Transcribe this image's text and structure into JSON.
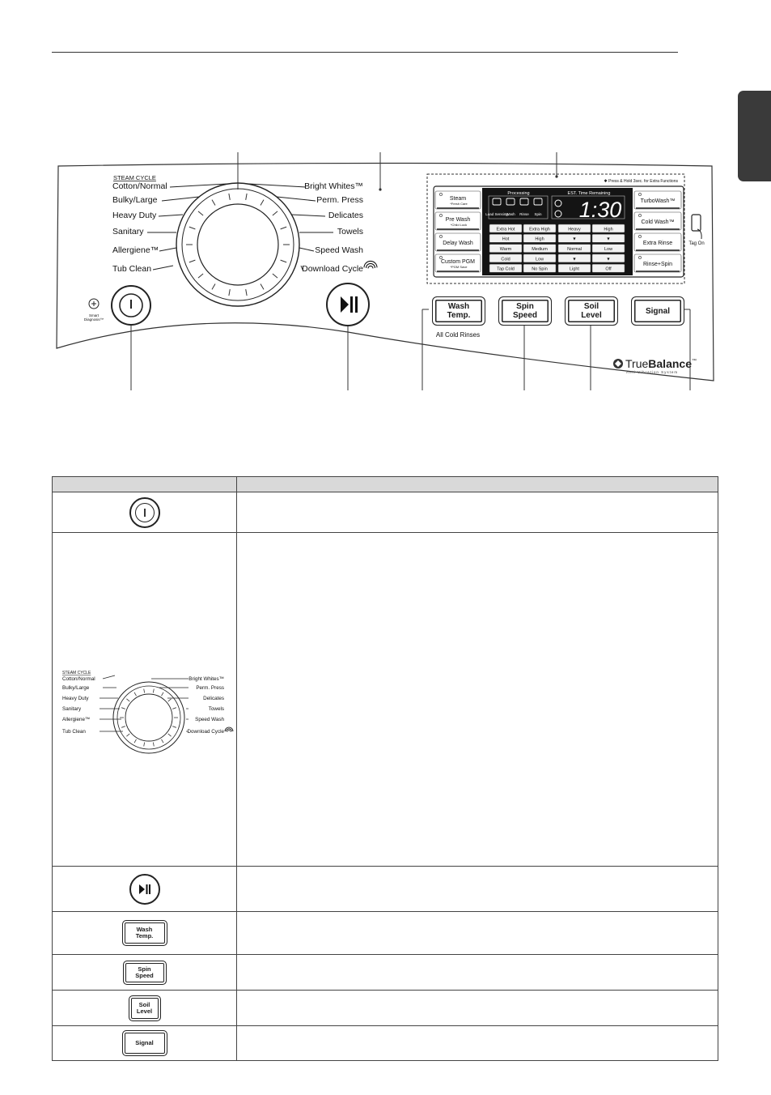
{
  "panel": {
    "steam_cycle_label": "STEAM CYCLE",
    "cycles_left": [
      "Cotton/Normal",
      "Bulky/Large",
      "Heavy Duty",
      "Sanitary",
      "Allergiene™",
      "Tub Clean"
    ],
    "cycles_right": [
      "Bright Whites™",
      "Perm. Press",
      "Delicates",
      "Towels",
      "Speed Wash",
      "Download Cycle"
    ],
    "smart_diagnosis": [
      "Smart",
      "Diagnosis™"
    ],
    "press_hold_note": "✱ Press & Hold 3sec. for Extra Functions",
    "left_options": [
      {
        "label": "Steam",
        "sub": "*Fresh Care"
      },
      {
        "label": "Pre Wash",
        "sub": "*Child Lock"
      },
      {
        "label": "Delay Wash",
        "sub": ""
      },
      {
        "label": "Custom PGM",
        "sub": "*PGM Save"
      }
    ],
    "right_options": [
      "TurboWash™",
      "Cold Wash™",
      "Extra Rinse",
      "Rinse+Spin"
    ],
    "processing_label": "Processing",
    "time_remaining_label": "EST. Time Remaining",
    "process_icons": [
      "Load Sensing",
      "Wash",
      "Rinse",
      "Spin"
    ],
    "time_display": "1:30",
    "temp_levels": [
      "Extra Hot",
      "Hot",
      "Warm",
      "Cold",
      "Tap Cold"
    ],
    "spin_levels": [
      "Extra High",
      "High",
      "Medium",
      "Low",
      "No Spin"
    ],
    "soil_levels": [
      "Heavy",
      "▼",
      "Normal",
      "▼",
      "Light"
    ],
    "signal_levels": [
      "High",
      "▼",
      "Low",
      "▼",
      "Off"
    ],
    "buttons": {
      "wash_temp": [
        "Wash",
        "Temp."
      ],
      "spin_speed": [
        "Spin",
        "Speed"
      ],
      "soil_level": [
        "Soil",
        "Level"
      ],
      "signal": [
        "Signal"
      ]
    },
    "all_cold_rinses": "All Cold Rinses",
    "tag_on": "Tag On",
    "brand": {
      "name_light": "True",
      "name_bold": "Balance",
      "tm": "™",
      "subtitle": "Anti-Vibration System"
    }
  },
  "table": {
    "header": [
      "",
      ""
    ],
    "dial_steam_cycle": "STEAM CYCLE",
    "dial_left": [
      "Cotton/Normal",
      "Bulky/Large",
      "Heavy Duty",
      "Sanitary",
      "Allergiene™",
      "Tub Clean"
    ],
    "dial_right": [
      "Bright Whites™",
      "Perm. Press",
      "Delicates",
      "Towels",
      "Speed Wash",
      "Download Cycle"
    ],
    "btn_wash_temp": [
      "Wash",
      "Temp."
    ],
    "btn_spin_speed": [
      "Spin",
      "Speed"
    ],
    "btn_soil_level": [
      "Soil",
      "Level"
    ],
    "btn_signal": [
      "Signal"
    ]
  }
}
